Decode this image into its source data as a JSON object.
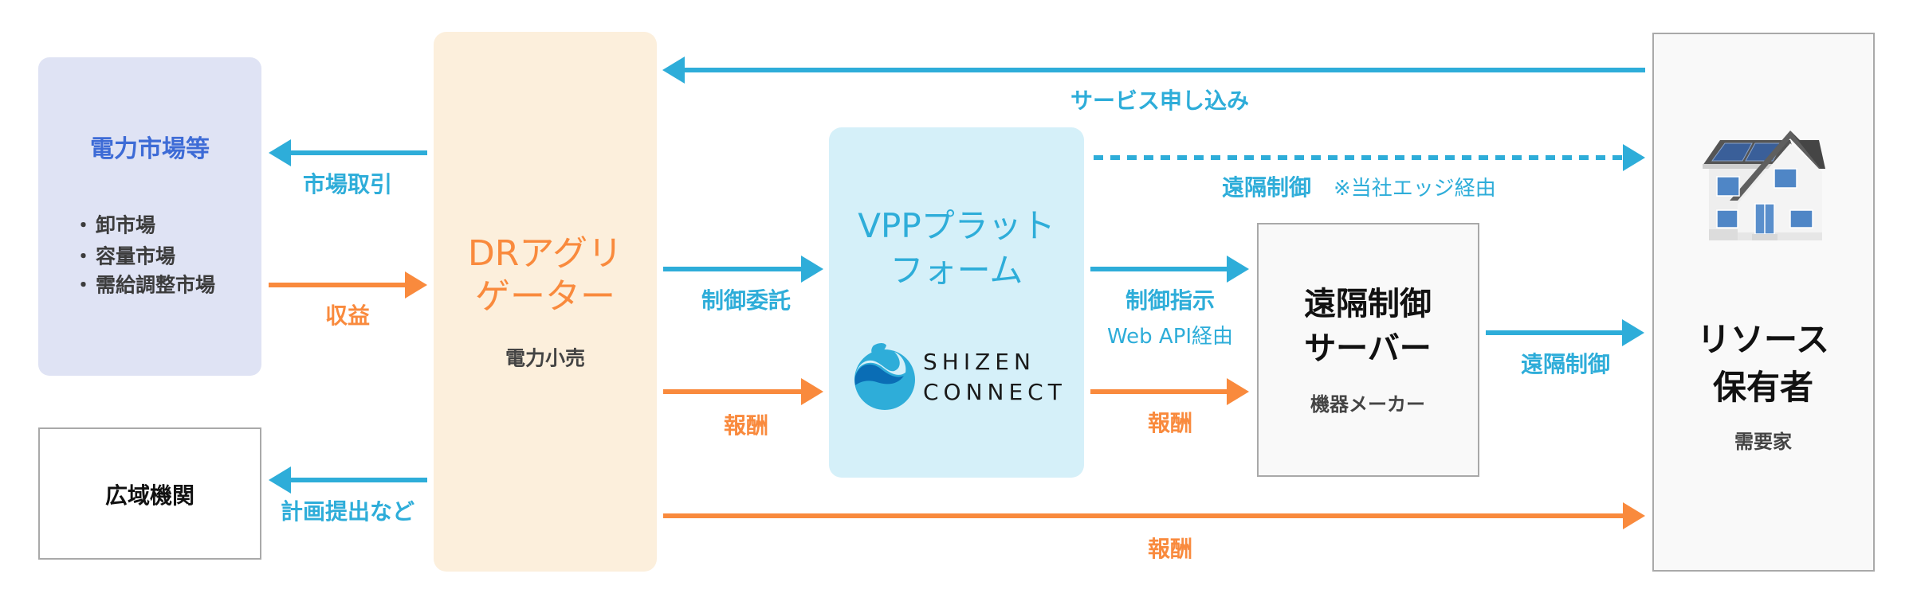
{
  "colors": {
    "blue_arrow": "#2eadd9",
    "orange_arrow": "#f98a3d",
    "market_title": "#3d6bd6",
    "market_bg": "#dfe3f4",
    "dr_bg": "#fcefdc",
    "vpp_bg": "#d5f0f9",
    "logo_dark": "#0a6db5",
    "logo_light": "#2eadd9"
  },
  "nodes": {
    "market": {
      "title": "電力市場等",
      "bullet_symbol": "・",
      "items": [
        "卸市場",
        "容量市場",
        "需給調整市場"
      ]
    },
    "occto": {
      "label": "広域機関"
    },
    "dr": {
      "title_line1": "DRアグリ",
      "title_line2": "ゲーター",
      "subtitle": "電力小売"
    },
    "vpp": {
      "title_line1": "VPPプラット",
      "title_line2": "フォーム",
      "logo_line1": "SHIZEN",
      "logo_line2": "CONNECT",
      "logo_icon": "shizen-connect-logo-icon"
    },
    "server": {
      "title_line1": "遠隔制御",
      "title_line2": "サーバー",
      "subtitle": "機器メーカー"
    },
    "owner": {
      "title_line1": "リソース",
      "title_line2": "保有者",
      "subtitle": "需要家",
      "icon": "house-with-solar-panels-icon"
    }
  },
  "edges": [
    {
      "id": "market-trade",
      "from": "dr",
      "to": "market",
      "style": "solid",
      "color": "blue",
      "label": "市場取引"
    },
    {
      "id": "revenue",
      "from": "market",
      "to": "dr",
      "style": "solid",
      "color": "orange",
      "label": "収益"
    },
    {
      "id": "plan-submission",
      "from": "dr",
      "to": "occto",
      "style": "solid",
      "color": "blue",
      "label": "計画提出など"
    },
    {
      "id": "service-application",
      "from": "owner",
      "to": "dr",
      "style": "solid",
      "color": "blue",
      "label": "サービス申し込み"
    },
    {
      "id": "control-delegation",
      "from": "dr",
      "to": "vpp",
      "style": "solid",
      "color": "blue",
      "label": "制御委託"
    },
    {
      "id": "reward-dr-vpp",
      "from": "dr",
      "to": "vpp",
      "style": "solid",
      "color": "orange",
      "label": "報酬"
    },
    {
      "id": "remote-control-edge",
      "from": "vpp",
      "to": "owner",
      "style": "dashed",
      "color": "blue",
      "label": "遠隔制御",
      "note": "※当社エッジ経由"
    },
    {
      "id": "control-instruction",
      "from": "vpp",
      "to": "server",
      "style": "solid",
      "color": "blue",
      "label": "制御指示",
      "note": "Web API経由"
    },
    {
      "id": "reward-vpp-server",
      "from": "vpp",
      "to": "server",
      "style": "solid",
      "color": "orange",
      "label": "報酬"
    },
    {
      "id": "remote-control-server",
      "from": "server",
      "to": "owner",
      "style": "solid",
      "color": "blue",
      "label": "遠隔制御"
    },
    {
      "id": "reward-dr-owner",
      "from": "dr",
      "to": "owner",
      "style": "solid",
      "color": "orange",
      "label": "報酬"
    }
  ]
}
